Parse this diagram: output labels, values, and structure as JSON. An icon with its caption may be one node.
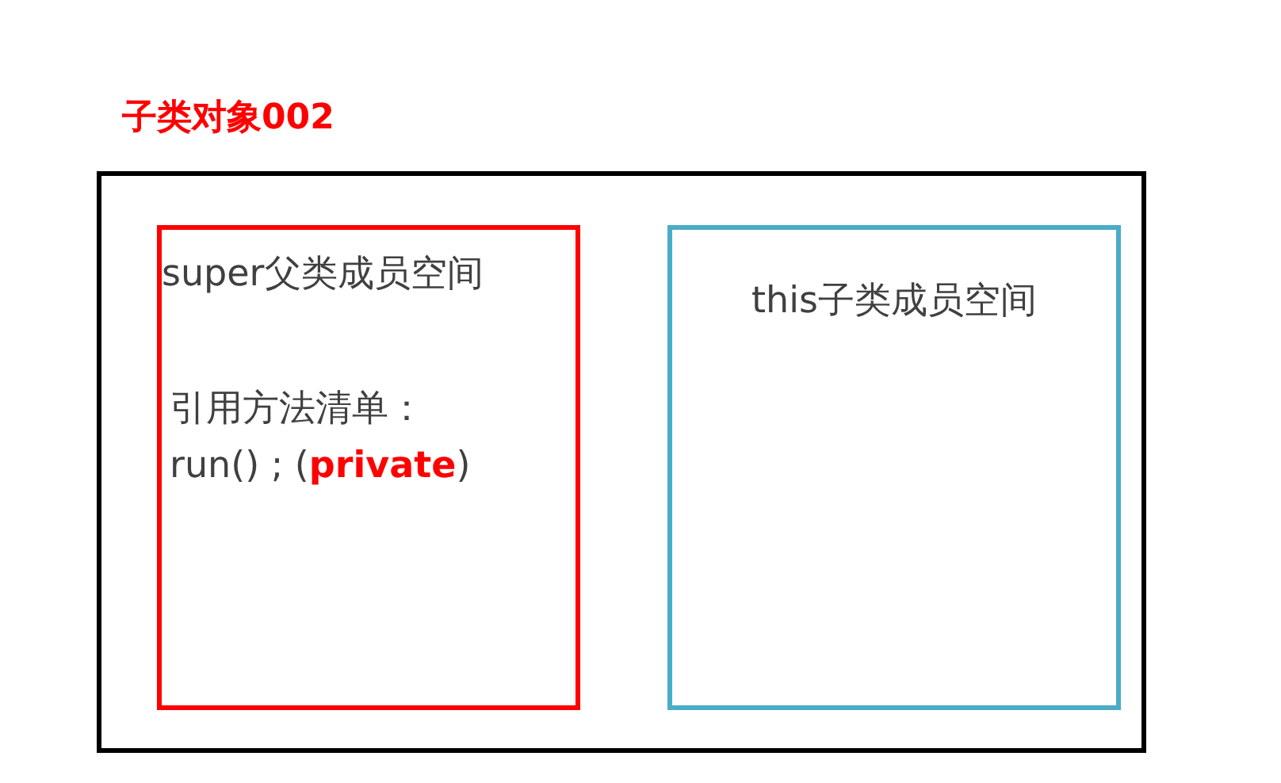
{
  "diagram": {
    "nodes": [
      {
        "text": [
          "子类对象002"
        ]
      },
      {
        "text": [
          "super父类成员空间",
          "引用方法清单：",
          "run() ; (**private**)"
        ],
        "in": 0
      },
      {
        "text": [
          "this子类成员空间"
        ],
        "in": 0
      }
    ],
    "edges": []
  }
}
